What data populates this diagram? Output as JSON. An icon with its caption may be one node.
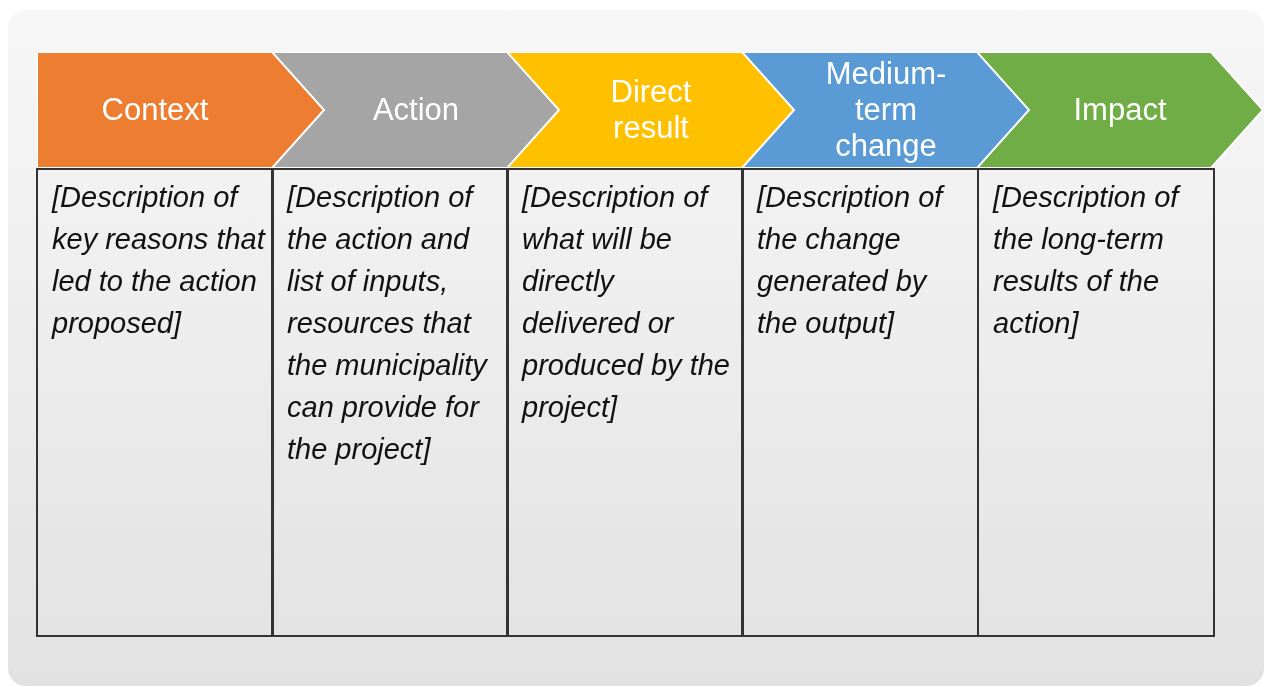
{
  "diagram": {
    "nodes": [
      {
        "text": [
          "Context"
        ]
      },
      {
        "text": [
          "Action"
        ]
      },
      {
        "text": [
          "Direct result"
        ]
      },
      {
        "text": [
          "Medium-term change"
        ]
      },
      {
        "text": [
          "Impact"
        ]
      },
      {
        "text": [
          "[Description of key reasons that led to the action proposed]"
        ]
      },
      {
        "text": [
          "[Description of the action and list of inputs, resources that the municipality can provide for the project]"
        ]
      },
      {
        "text": [
          "[Description of what will be directly delivered or produced by the project]"
        ]
      },
      {
        "text": [
          "[Description of the change generated by the output]"
        ]
      },
      {
        "text": [
          "[Description of the long-term results of the action]"
        ]
      }
    ],
    "edges": []
  }
}
